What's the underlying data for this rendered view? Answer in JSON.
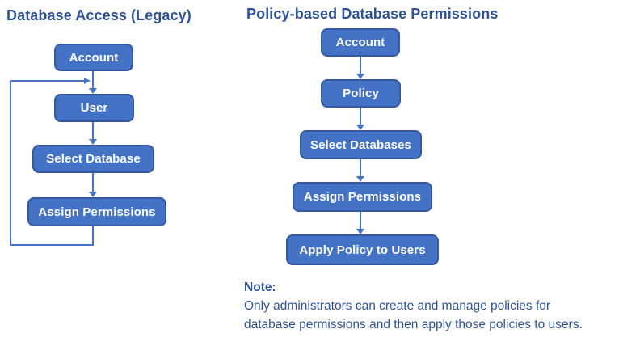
{
  "colors": {
    "box_fill": "#4472C4",
    "box_border": "#35599F",
    "connector": "#4472C4",
    "title_text": "#2E5394",
    "note_text": "#2E5394",
    "box_text": "#FFFFFF"
  },
  "left_diagram": {
    "title": "Database Access (Legacy)",
    "nodes": [
      {
        "label": "Account"
      },
      {
        "label": "User"
      },
      {
        "label": "Select Database"
      },
      {
        "label": "Assign Permissions"
      }
    ]
  },
  "right_diagram": {
    "title": "Policy-based Database Permissions",
    "nodes": [
      {
        "label": "Account"
      },
      {
        "label": "Policy"
      },
      {
        "label": "Select Databases"
      },
      {
        "label": "Assign Permissions"
      },
      {
        "label": "Apply Policy to Users"
      }
    ]
  },
  "note": {
    "heading": "Note:",
    "lines": [
      "Only administrators can create and manage policies for",
      "database permissions and then apply those policies to users."
    ]
  }
}
